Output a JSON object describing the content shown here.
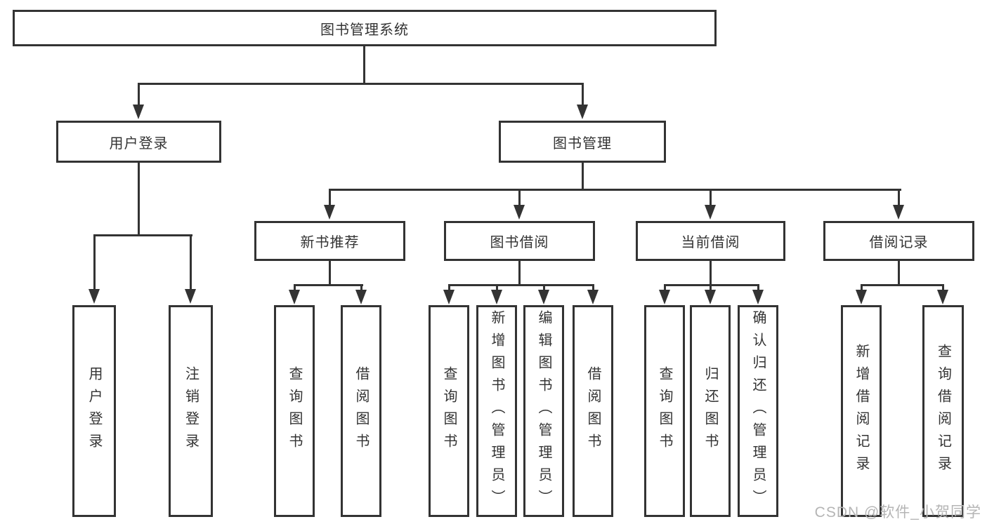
{
  "tree": {
    "root": {
      "label": "图书管理系统"
    },
    "branches": [
      {
        "label": "用户登录",
        "children": [
          {
            "label": "用户登录"
          },
          {
            "label": "注销登录"
          }
        ]
      },
      {
        "label": "图书管理",
        "children": [
          {
            "label": "新书推荐",
            "children": [
              {
                "label": "查询图书"
              },
              {
                "label": "借阅图书"
              }
            ]
          },
          {
            "label": "图书借阅",
            "children": [
              {
                "label": "查询图书"
              },
              {
                "label": "新增图书（管理员）"
              },
              {
                "label": "编辑图书（管理员）"
              },
              {
                "label": "借阅图书"
              }
            ]
          },
          {
            "label": "当前借阅",
            "children": [
              {
                "label": "查询图书"
              },
              {
                "label": "归还图书"
              },
              {
                "label": "确认归还（管理员）"
              }
            ]
          },
          {
            "label": "借阅记录",
            "children": [
              {
                "label": "新增借阅记录"
              },
              {
                "label": "查询借阅记录"
              }
            ]
          }
        ]
      }
    ]
  },
  "watermark": {
    "text": "CSDN @软件_小贺同学"
  },
  "colors": {
    "line": "#333333",
    "background": "#ffffff",
    "watermark": "#b5b5b5"
  }
}
